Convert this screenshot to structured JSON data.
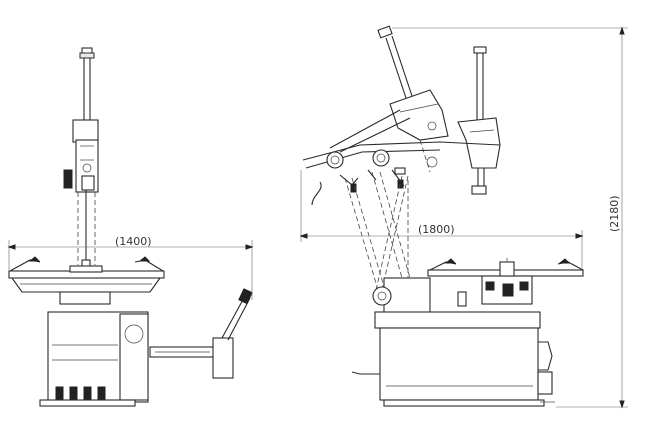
{
  "dimensions": {
    "width_label": "1400",
    "depth_label": "1800",
    "height_label": "2180"
  }
}
